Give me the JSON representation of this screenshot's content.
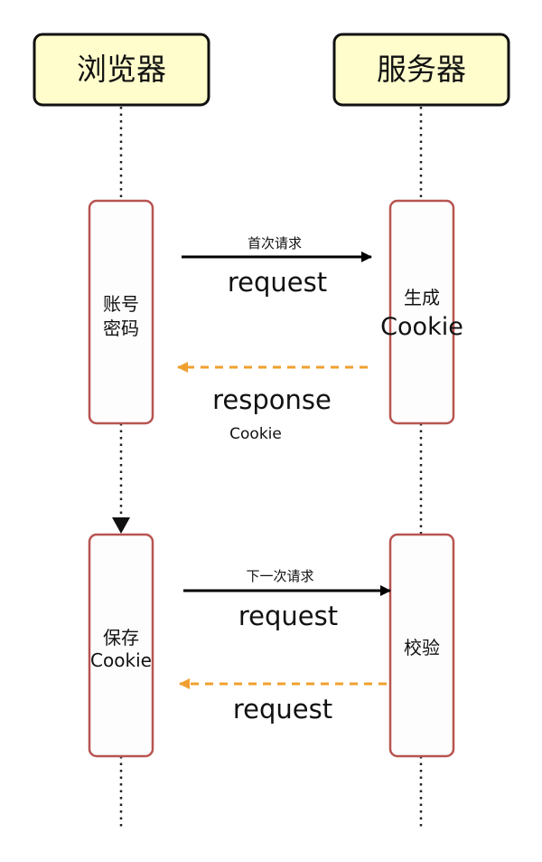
{
  "actors": {
    "browser": "浏览器",
    "server": "服务器"
  },
  "boxes": {
    "browser_login": [
      "账号",
      "密码"
    ],
    "server_generate": [
      "生成",
      "Cookie"
    ],
    "browser_save": [
      "保存",
      "Cookie"
    ],
    "server_verify": [
      "校验"
    ]
  },
  "messages": {
    "first_request_caption": "首次请求",
    "first_request_label": "request",
    "first_response_label": "response",
    "first_response_sublabel": "Cookie",
    "next_request_caption": "下一次请求",
    "next_request_label": "request",
    "next_response_label": "request"
  },
  "colors": {
    "actor_fill": "#fffdcc",
    "actor_stroke": "#111111",
    "box_fill": "#fdfdfd",
    "box_stroke": "#b85450",
    "request_arrow": "#000000",
    "response_arrow": "#f0a030",
    "lifeline": "#222222"
  }
}
